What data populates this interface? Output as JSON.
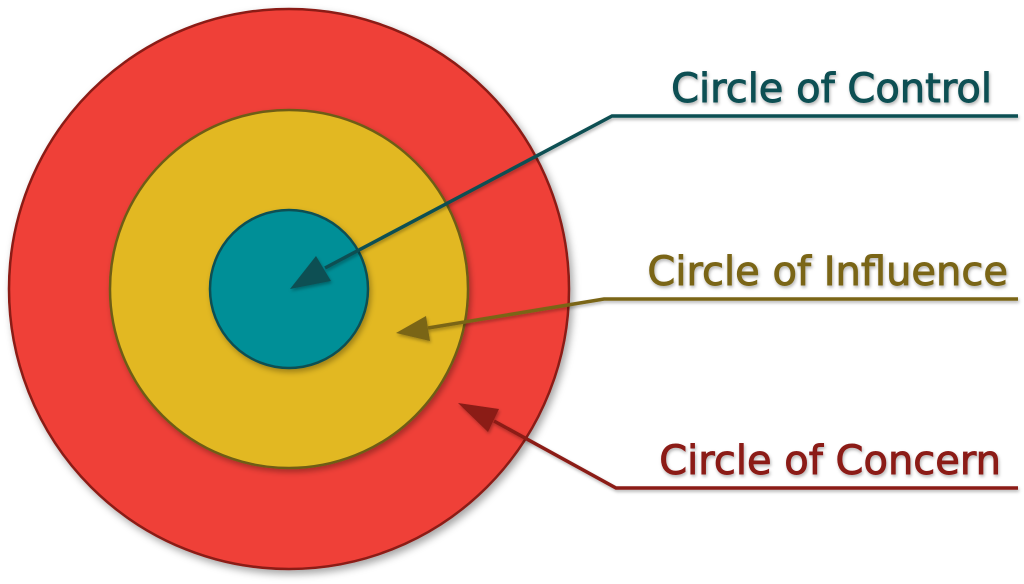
{
  "diagram": {
    "circles": [
      {
        "key": "concern",
        "label": "Circle of Concern",
        "fill": "#ef4038",
        "stroke": "#8b1a14"
      },
      {
        "key": "influence",
        "label": "Circle of Influence",
        "fill": "#e2b823",
        "stroke": "#6e5d15"
      },
      {
        "key": "control",
        "label": "Circle of Control",
        "fill": "#018f97",
        "stroke": "#0d4f53"
      }
    ],
    "label_colors": {
      "control": "#0d4f53",
      "influence": "#7a6516",
      "concern": "#8b1a14"
    }
  }
}
